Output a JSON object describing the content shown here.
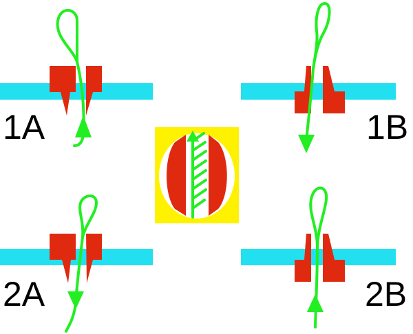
{
  "labels": {
    "p1a": "1A",
    "p1b": "1B",
    "p2a": "2A",
    "p2b": "2B"
  },
  "colors": {
    "membrane": "#22e0f0",
    "pore": "#e02a10",
    "strand": "#22ee22",
    "inset_background": "#fff200",
    "inset_oval": "#ffffff",
    "label": "#000000",
    "background": "#ffffff"
  }
}
